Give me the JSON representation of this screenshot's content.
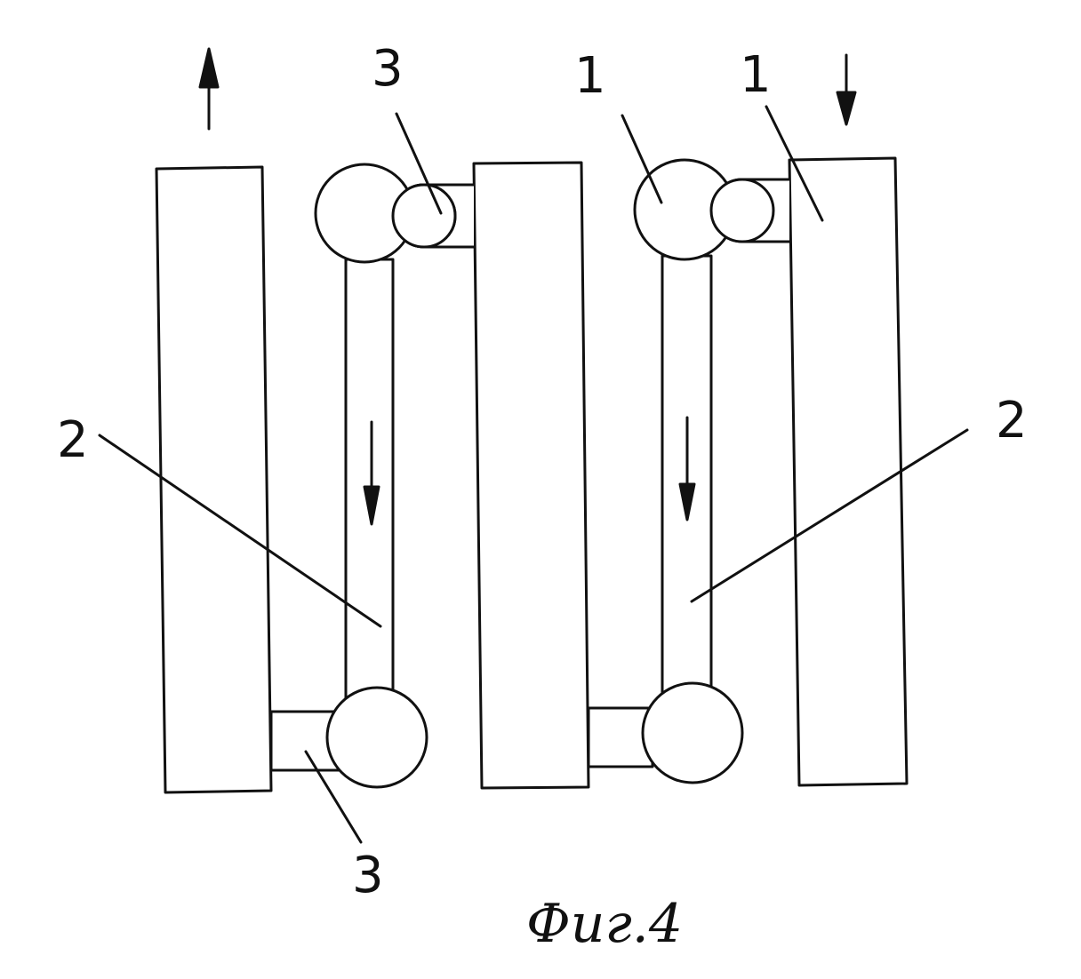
{
  "figure": {
    "caption": "Фиг.4",
    "callouts": {
      "label_3_top": "3",
      "label_1_left": "1",
      "label_1_right": "1",
      "label_2_left": "2",
      "label_2_right": "2",
      "label_3_bottom": "3"
    },
    "colors": {
      "ink": "#111111",
      "paper": "#ffffff"
    }
  }
}
